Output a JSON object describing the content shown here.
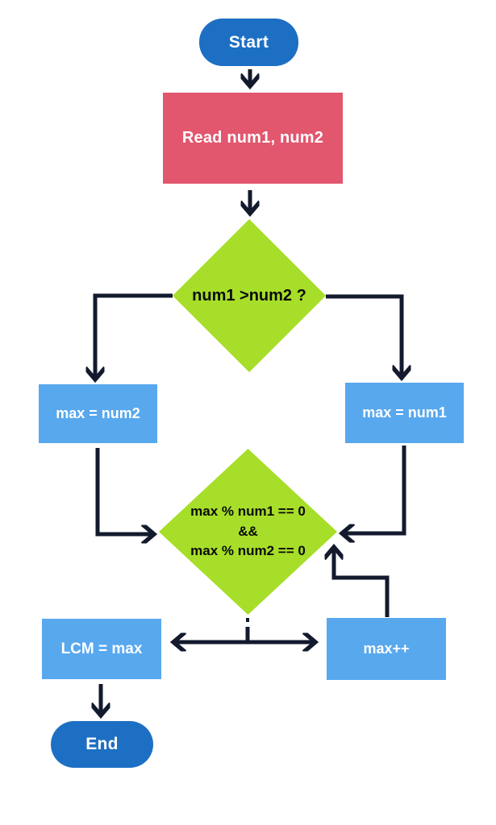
{
  "colors": {
    "terminator_fill": "#1d6fc3",
    "io_fill": "#e2566e",
    "decision_fill": "#a7de29",
    "process_fill": "#58a8ee",
    "arrow": "#131a2e",
    "background": "#ffffff",
    "light_text": "#ffffff",
    "dark_text": "#0a0a0a"
  },
  "nodes": {
    "start": {
      "label": "Start"
    },
    "read_input": {
      "label": "Read num1, num2"
    },
    "decision_compare": {
      "label": "num1 >num2 ?"
    },
    "assign_max_num2": {
      "label": "max = num2"
    },
    "assign_max_num1": {
      "label": "max = num1"
    },
    "decision_divisible": {
      "lines": [
        "max % num1 == 0",
        "&&",
        "max % num2 == 0"
      ]
    },
    "assign_lcm": {
      "label": "LCM = max"
    },
    "increment_max": {
      "label": "max++"
    },
    "end": {
      "label": "End"
    }
  }
}
